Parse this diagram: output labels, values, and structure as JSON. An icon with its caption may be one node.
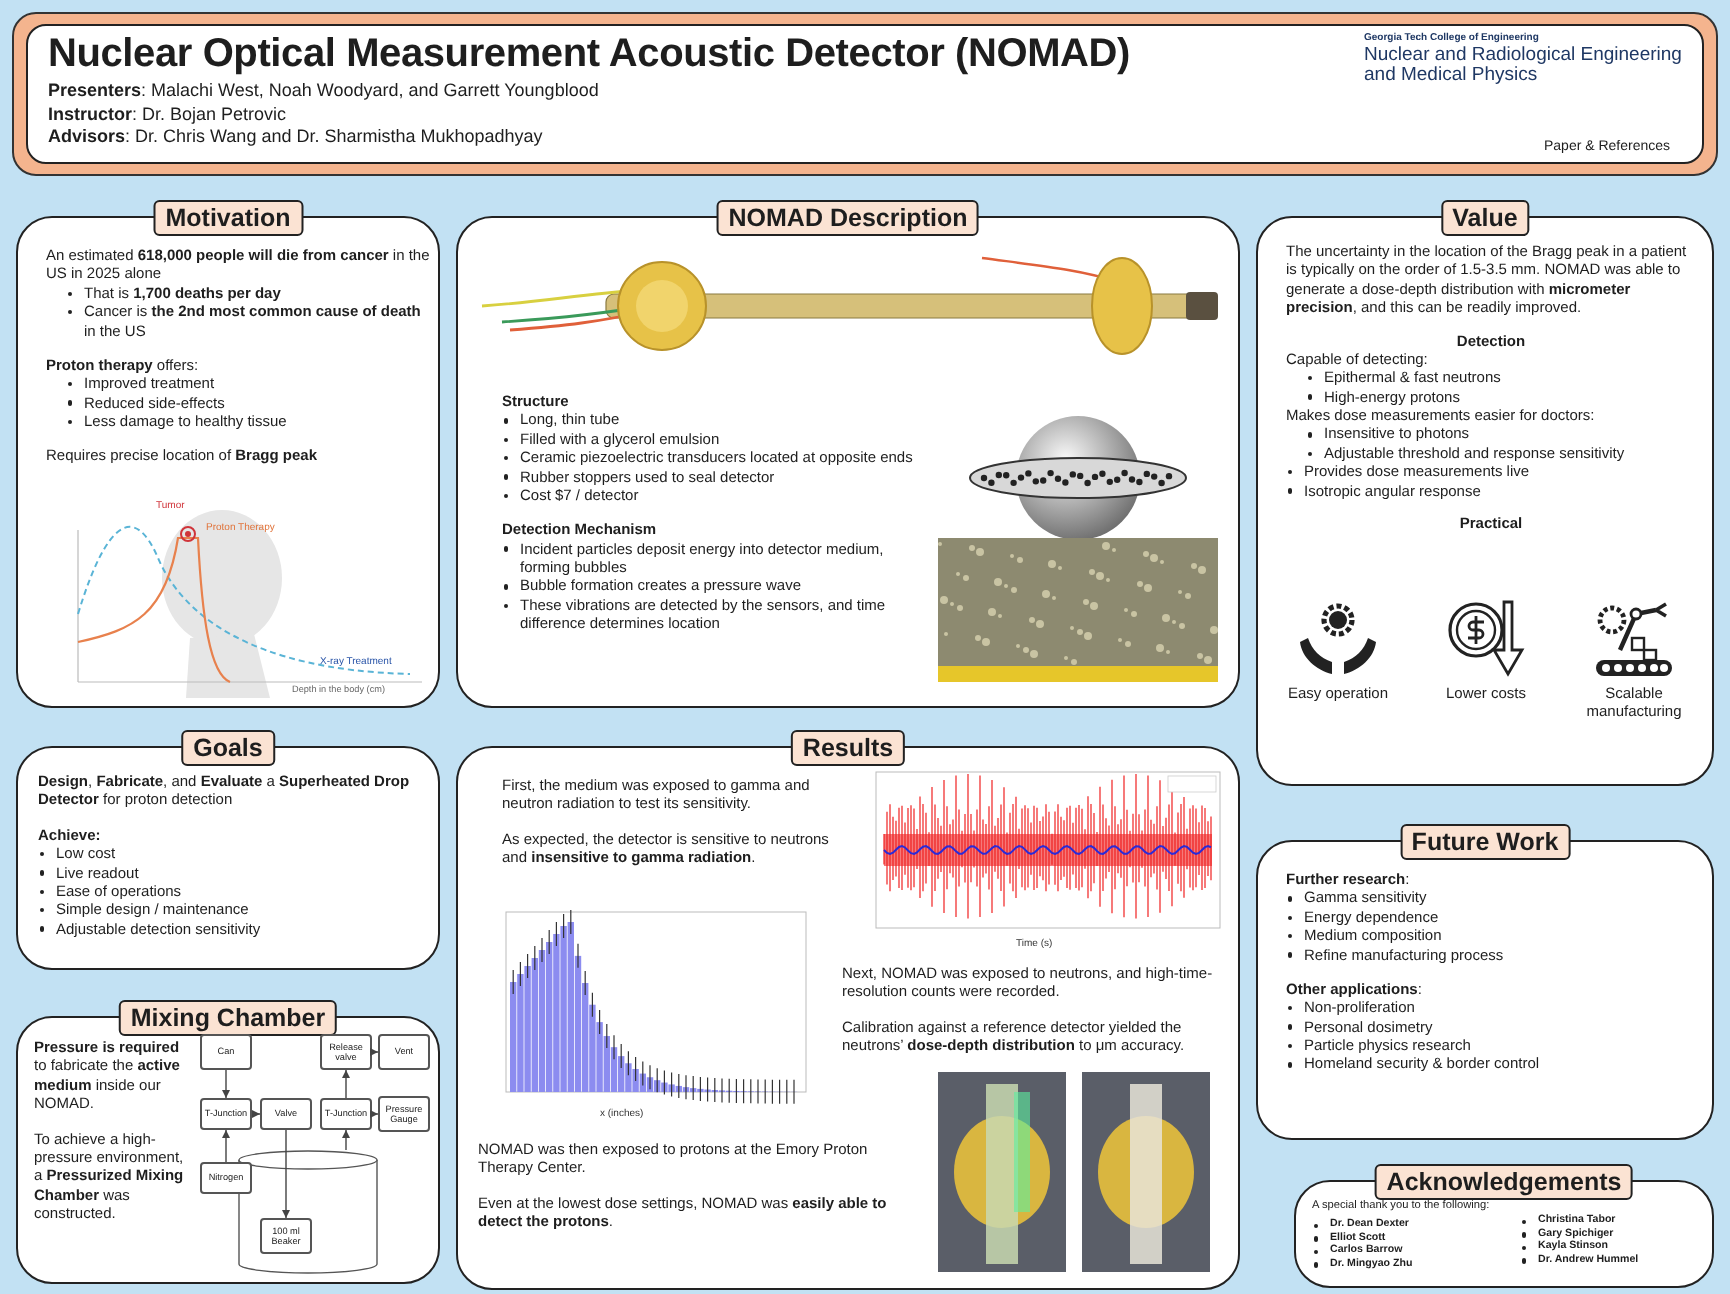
{
  "diagram": {
    "title": "Nuclear Optical Measurement Acoustic Detector (NOMAD)",
    "nodes": [
      {
        "text": [
          "**Presenters**: Malachi West, Noah Woodyard, and Garrett Youngblood",
          "**Instructor**: Dr. Bojan Petrovic",
          "**Advisors**: Dr. Chris Wang and Dr. Sharmistha Mukhopadhyay",
          "Georgia Tech College of Engineering",
          "Nuclear and Radiological Engineering and Medical Physics",
          "Paper & References"
        ]
      },
      {
        "text": [
          "Motivation",
          "An estimated **618,000 people will die from cancer** in the US in 2025 alone",
          "That is **1,700 deaths per day**",
          "Cancer is **the 2nd most common cause of death** in the US",
          "**Proton therapy** offers:",
          "Improved treatment",
          "Reduced side-effects",
          "Less damage to healthy tissue",
          "Requires precise location of **Bragg peak**"
        ]
      },
      {
        "text": [
          "Goals",
          "**Design**, **Fabricate**, and **Evaluate** a **Superheated Drop Detector** for proton detection",
          "Achieve:",
          "Low cost",
          "Live readout",
          "Ease of operations",
          "Simple design / maintenance",
          "Adjustable detection sensitivity"
        ]
      },
      {
        "text": [
          "Mixing Chamber",
          "**Pressure is required** to fabricate the **active medium** inside our NOMAD.",
          "To achieve a high-pressure environment, a **Pressurized Mixing Chamber** was constructed."
        ]
      },
      {
        "text": [
          "Can"
        ],
        "in": 3
      },
      {
        "text": [
          "Release valve"
        ],
        "in": 3
      },
      {
        "text": [
          "Vent"
        ],
        "in": 3
      },
      {
        "text": [
          "T-Junction"
        ],
        "in": 3
      },
      {
        "text": [
          "Valve"
        ],
        "in": 3
      },
      {
        "text": [
          "T-Junction"
        ],
        "in": 3
      },
      {
        "text": [
          "Pressure Gauge"
        ],
        "in": 3
      },
      {
        "text": [
          "Nitrogen"
        ],
        "in": 3
      },
      {
        "text": [],
        "shape": "cylinder",
        "in": 3
      },
      {
        "text": [
          "100 ml Beaker"
        ],
        "in": 12
      },
      {
        "text": [
          "NOMAD Description",
          "Structure",
          "Long, thin tube",
          "Filled with a glycerol emulsion",
          "Ceramic piezoelectric transducers located at opposite ends",
          "Rubber stoppers used to seal detector",
          "Cost $7 / detector",
          "Detection Mechanism",
          "Incident particles deposit energy into detector medium, forming bubbles",
          "Bubble formation creates a pressure wave",
          "These vibrations are detected by the sensors, and time difference determines location"
        ]
      },
      {
        "text": [
          "Results",
          "First, the medium was exposed to gamma and neutron radiation to test its sensitivity.",
          "As expected, the detector is sensitive to neutrons and **insensitive to gamma radiation**.",
          "Next, NOMAD was exposed to neutrons, and high-time-resolution counts were recorded.",
          "Calibration against a reference detector yielded the neutrons’ **dose-depth distribution** to μm accuracy.",
          "NOMAD was then exposed to protons at the Emory Proton Therapy Center.",
          "Even at the lowest dose settings, NOMAD was **easily able to detect the protons**."
        ]
      },
      {
        "text": [
          "Value",
          "The uncertainty in the location of the Bragg peak in a patient is typically on the order of 1.5-3.5 mm. NOMAD was able to generate a dose-depth distribution with **micrometer precision**, and this can be readily improved.",
          "Detection",
          "Capable of detecting:",
          "Epithermal & fast neutrons",
          "High-energy protons",
          "Makes dose measurements easier for doctors:",
          "Insensitive to photons",
          "Adjustable threshold and response sensitivity",
          "Provides dose measurements live",
          "Isotropic angular response",
          "Practical",
          "Easy operation",
          "Lower costs",
          "Scalable manufacturing"
        ]
      },
      {
        "text": [
          "Future Work",
          "**Further research**:",
          "Gamma sensitivity",
          "Energy dependence",
          "Medium composition",
          "Refine manufacturing process",
          "**Other applications**:",
          "Non-proliferation",
          "Personal dosimetry",
          "Particle physics research",
          "Homeland security & border control"
        ]
      },
      {
        "text": [
          "Acknowledgements",
          "A special thank you to the following:",
          "Dr. Dean Dexter",
          "Elliot Scott",
          "Carlos Barrow",
          "Dr. Mingyao Zhu",
          "Christina Tabor",
          "Gary Spichiger",
          "Kayla Stinson",
          "Dr. Andrew Hummel"
        ]
      }
    ],
    "edges": [
      {
        "from": 4,
        "to": 7,
        "arrow": "to"
      },
      {
        "from": 11,
        "to": 7,
        "arrow": "to"
      },
      {
        "from": 7,
        "to": 8,
        "arrow": "to"
      },
      {
        "from": 8,
        "to": 13,
        "arrow": "to"
      },
      {
        "from": 12,
        "to": 9,
        "arrow": "to"
      },
      {
        "from": 9,
        "to": 5,
        "arrow": "to"
      },
      {
        "from": 5,
        "to": 6,
        "arrow": "to"
      },
      {
        "from": 9,
        "to": 10,
        "arrow": "to"
      }
    ],
    "labels": [
      "Tumor",
      "Proton Therapy",
      "X-ray Treatment",
      "Depth in the body (cm)",
      "Time (s)",
      "x (inches)"
    ]
  }
}
